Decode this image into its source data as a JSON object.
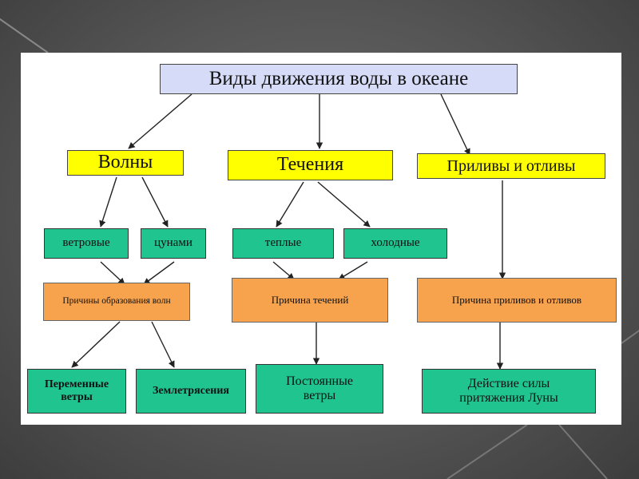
{
  "diagram": {
    "title": "Виды движения воды в океане",
    "categories": {
      "waves": "Волны",
      "currents": "Течения",
      "tides": "Приливы и отливы"
    },
    "types": {
      "wind": "ветровые",
      "tsunami": "цунами",
      "warm": "теплые",
      "cold": "холодные"
    },
    "causes": {
      "waves": "Причины образования волн",
      "currents": "Причина течений",
      "tides": "Причина приливов и отливов"
    },
    "results": {
      "variable_winds": "Переменные ветры",
      "earthquakes": "Землетрясения",
      "constant_winds": "Постоянные ветры",
      "moon": "Действие силы притяжения Луны"
    }
  }
}
